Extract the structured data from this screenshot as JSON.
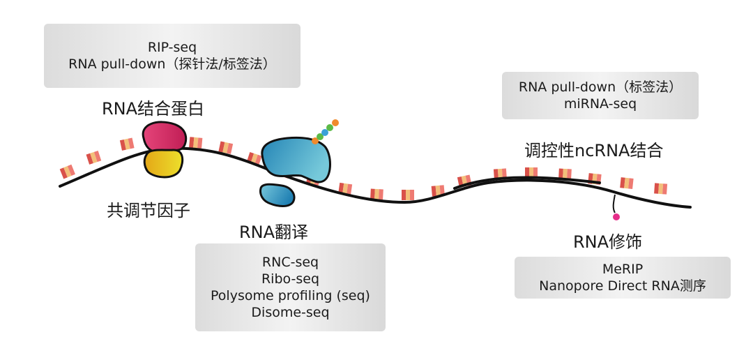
{
  "boxes": {
    "rbp_methods": [
      "RIP-seq",
      "RNA pull-down（探针法/标签法）"
    ],
    "ncrna_methods": [
      "RNA pull-down（标签法）",
      "miRNA-seq"
    ],
    "translation_methods": [
      "RNC-seq",
      "Ribo-seq",
      "Polysome profiling (seq)",
      "Disome-seq"
    ],
    "modification_methods": [
      "MeRIP",
      "Nanopore Direct RNA测序"
    ]
  },
  "labels": {
    "rbp": "RNA结合蛋白",
    "coregulator": "共调节因子",
    "translation": "RNA翻译",
    "ncrna": "调控性ncRNA结合",
    "modification": "RNA修饰"
  },
  "colors": {
    "codon_dark": "#d9514a",
    "codon_light": "#f3bf7a",
    "codon_pink": "#ee7a72",
    "rbp_protein": "#d3336a",
    "coregulator_protein": "#e7c421",
    "ribosome": "#3a9ec6",
    "modification_dot": "#e62e8a",
    "peptide_beads": [
      "#f08a2c",
      "#5cba47",
      "#3aa1d8",
      "#5cba47",
      "#f08a2c"
    ]
  }
}
